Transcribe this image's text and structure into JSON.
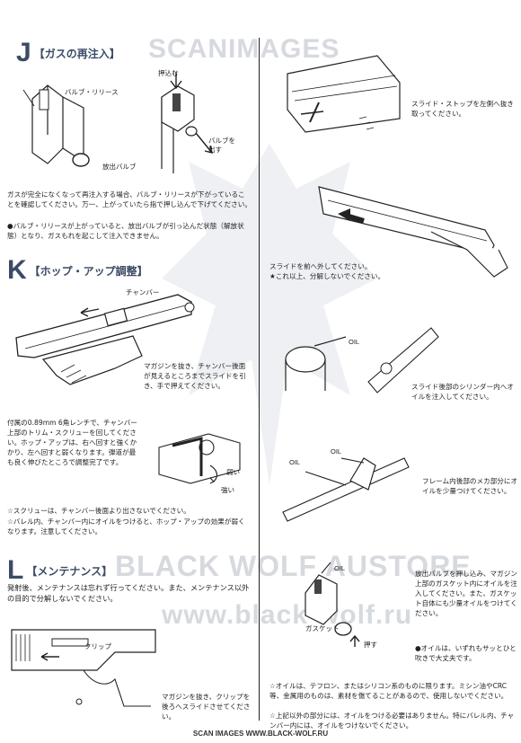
{
  "watermark": {
    "top": "SCANIMAGES",
    "middle": "BLACK WOLF AUSTORE",
    "url": "www.black-wolf.ru"
  },
  "sections": {
    "j": {
      "letter": "J",
      "title": "【ガスの再注入】"
    },
    "k": {
      "letter": "K",
      "title": "【ホップ・アップ調整】"
    },
    "l": {
      "letter": "L",
      "title": "【メンテナンス】"
    }
  },
  "labels": {
    "valve_release": "バルブ・リリース",
    "push_in": "押込む",
    "release_valve": "放出バルブ",
    "valve_out": "バルブを\n出す",
    "chamber": "チャンバー",
    "weak": "弱い",
    "strong": "強い",
    "clip": "クリップ",
    "gasket": "ガスケット",
    "press": "押す",
    "oil": "OIL"
  },
  "text": {
    "j_p1": "ガスが完全になくなって再注入する場合、バルブ・リリースが下がっていることを確認してください。万一、上がっていたら指で押し込んで下げてください。",
    "j_p2": "●バルブ・リリースが上がっていると、放出バルブが引っ込んだ状態（解放状態）となり、ガスもれを起こして注入できません。",
    "k_p1": "マガジンを抜き、チャンバー後面が見えるところまでスライドを引き、手で押えてください。",
    "k_p2": "付属の0.89mm 6角レンチで、チャンバー上部のトリム・スクリューを回してください。ホップ・アップは、右へ回すと強くかかり、左へ回すと弱くなります。弾道が最も良く伸びたところで調整完了です。",
    "k_n1": "☆スクリューは、チャンバー後面より出さないでください。",
    "k_n2": "☆バレル内、チャンバー内にオイルをつけると、ホップ・アップの効果が弱くなります。注意してください。",
    "l_p1": "発射後、メンテナンスは忘れず行ってください。また、メンテナンス以外の目的で分解しないでください。",
    "l_p2": "マガジンを抜き、クリップを後ろへスライドさせてください。",
    "r_p1": "スライド・ストップを左側へ抜き取ってください。",
    "r_p2": "スライドを前へ外してください。\n★これ以上、分解しないでください。",
    "r_p3": "スライド後部のシリンダー内へオイルを注入してください。",
    "r_p4": "フレーム内後部のメカ部分にオイルを少量つけてください。",
    "r_p5": "放出バルブを押し込み、マガジン上部のガスケット内にオイルを注入してください。また、ガスケット自体にも少量オイルをつけてください。",
    "r_p6": "●オイルは、いずれもサッとひと吹きで大丈夫です。",
    "r_n1": "☆オイルは、テフロン、またはシリコン系のものに限ります。ミシン油やCRC等、金属用のものは、素材を傷てることがあるので、使用しないでください。",
    "r_n2": "☆上記以外の部分には、オイルをつける必要はありません。特にバレル内、チャンバー内には、オイルをつけないでください。"
  },
  "footer": "SCAN IMAGES WWW.BLACK-WOLF.RU"
}
